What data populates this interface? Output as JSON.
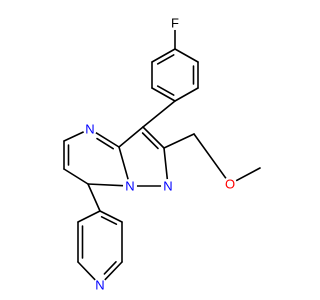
{
  "structure": {
    "atoms": [
      {
        "id": "f",
        "element": "F",
        "color": "#000000"
      },
      {
        "id": "n4",
        "element": "N",
        "color": "#0000ff"
      },
      {
        "id": "n7a",
        "element": "N",
        "color": "#0000ff"
      },
      {
        "id": "n1",
        "element": "N",
        "color": "#0000ff"
      },
      {
        "id": "o",
        "element": "O",
        "color": "#ff0000"
      },
      {
        "id": "npy",
        "element": "N",
        "color": "#0000ff"
      }
    ]
  }
}
